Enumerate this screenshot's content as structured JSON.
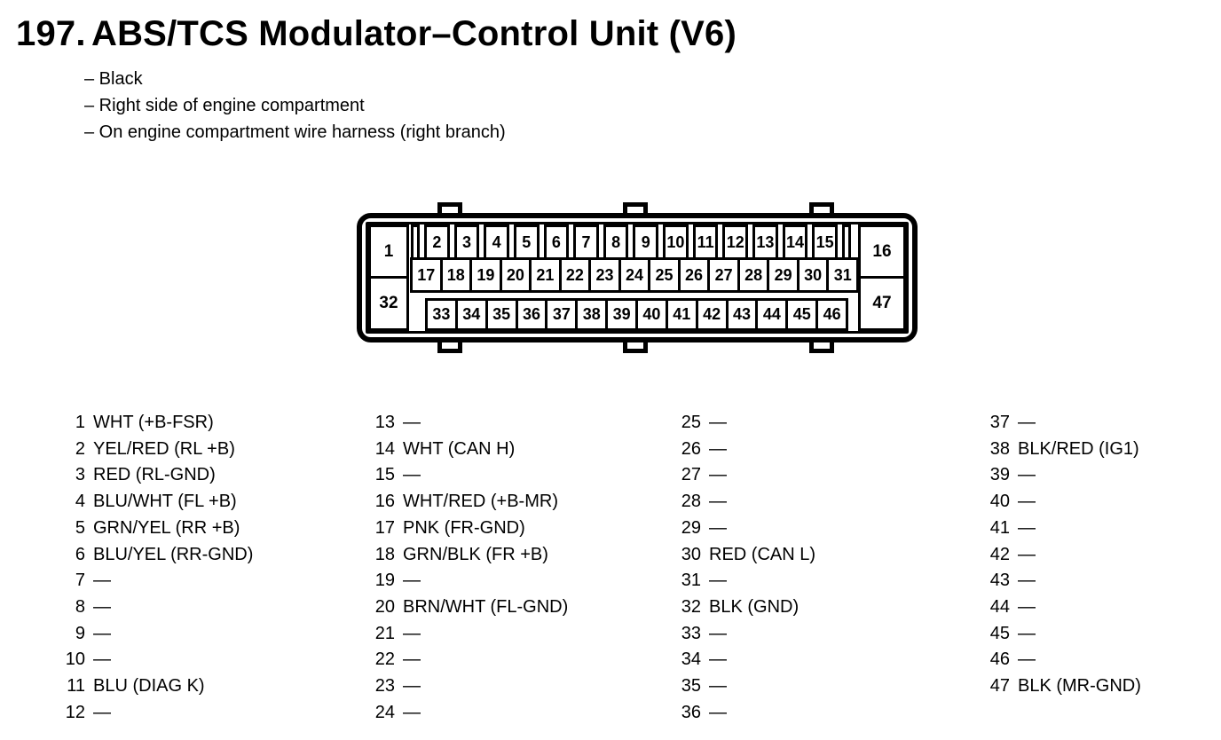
{
  "header": {
    "number": "197.",
    "title": "ABS/TCS Modulator–Control Unit (V6)"
  },
  "notes": [
    "– Black",
    "– Right side of engine compartment",
    "– On engine compartment wire harness (right branch)"
  ],
  "connector": {
    "corner_pins": {
      "top_left": "1",
      "bottom_left": "32",
      "top_right": "16",
      "bottom_right": "47"
    },
    "row1": [
      "2",
      "3",
      "4",
      "5",
      "6",
      "7",
      "8",
      "9",
      "10",
      "11",
      "12",
      "13",
      "14",
      "15"
    ],
    "row2": [
      "17",
      "18",
      "19",
      "20",
      "21",
      "22",
      "23",
      "24",
      "25",
      "26",
      "27",
      "28",
      "29",
      "30",
      "31"
    ],
    "row3": [
      "33",
      "34",
      "35",
      "36",
      "37",
      "38",
      "39",
      "40",
      "41",
      "42",
      "43",
      "44",
      "45",
      "46"
    ]
  },
  "pin_table": {
    "columns": [
      {
        "rows": [
          {
            "pin": "1",
            "desc": "WHT (+B-FSR)"
          },
          {
            "pin": "2",
            "desc": "YEL/RED (RL +B)"
          },
          {
            "pin": "3",
            "desc": "RED (RL-GND)"
          },
          {
            "pin": "4",
            "desc": "BLU/WHT (FL +B)"
          },
          {
            "pin": "5",
            "desc": "GRN/YEL (RR +B)"
          },
          {
            "pin": "6",
            "desc": "BLU/YEL (RR-GND)"
          },
          {
            "pin": "7",
            "desc": "—"
          },
          {
            "pin": "8",
            "desc": "—"
          },
          {
            "pin": "9",
            "desc": "—"
          },
          {
            "pin": "10",
            "desc": "—"
          },
          {
            "pin": "11",
            "desc": "BLU (DIAG K)"
          },
          {
            "pin": "12",
            "desc": "—"
          }
        ]
      },
      {
        "rows": [
          {
            "pin": "13",
            "desc": "—"
          },
          {
            "pin": "14",
            "desc": "WHT (CAN H)"
          },
          {
            "pin": "15",
            "desc": "—"
          },
          {
            "pin": "16",
            "desc": "WHT/RED (+B-MR)"
          },
          {
            "pin": "17",
            "desc": "PNK (FR-GND)"
          },
          {
            "pin": "18",
            "desc": "GRN/BLK (FR +B)"
          },
          {
            "pin": "19",
            "desc": "—"
          },
          {
            "pin": "20",
            "desc": "BRN/WHT (FL-GND)"
          },
          {
            "pin": "21",
            "desc": "—"
          },
          {
            "pin": "22",
            "desc": "—"
          },
          {
            "pin": "23",
            "desc": "—"
          },
          {
            "pin": "24",
            "desc": "—"
          }
        ]
      },
      {
        "rows": [
          {
            "pin": "25",
            "desc": "—"
          },
          {
            "pin": "26",
            "desc": "—"
          },
          {
            "pin": "27",
            "desc": "—"
          },
          {
            "pin": "28",
            "desc": "—"
          },
          {
            "pin": "29",
            "desc": "—"
          },
          {
            "pin": "30",
            "desc": "RED (CAN L)"
          },
          {
            "pin": "31",
            "desc": "—"
          },
          {
            "pin": "32",
            "desc": "BLK (GND)"
          },
          {
            "pin": "33",
            "desc": "—"
          },
          {
            "pin": "34",
            "desc": "—"
          },
          {
            "pin": "35",
            "desc": "—"
          },
          {
            "pin": "36",
            "desc": "—"
          }
        ]
      },
      {
        "rows": [
          {
            "pin": "37",
            "desc": "—"
          },
          {
            "pin": "38",
            "desc": "BLK/RED (IG1)"
          },
          {
            "pin": "39",
            "desc": "—"
          },
          {
            "pin": "40",
            "desc": "—"
          },
          {
            "pin": "41",
            "desc": "—"
          },
          {
            "pin": "42",
            "desc": "—"
          },
          {
            "pin": "43",
            "desc": "—"
          },
          {
            "pin": "44",
            "desc": "—"
          },
          {
            "pin": "45",
            "desc": "—"
          },
          {
            "pin": "46",
            "desc": "—"
          },
          {
            "pin": "47",
            "desc": "BLK (MR-GND)"
          }
        ]
      }
    ]
  },
  "colors": {
    "ink": "#000000",
    "paper": "#ffffff"
  }
}
